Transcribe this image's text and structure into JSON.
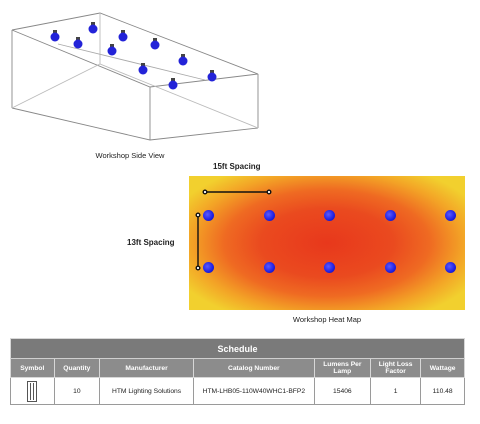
{
  "side_view": {
    "caption": "Workshop Side View"
  },
  "heat_map": {
    "caption": "Workshop Heat Map",
    "horizontal_spacing_label": "15ft Spacing",
    "vertical_spacing_label": "13ft Spacing",
    "lamp_color": "#1f1fe0"
  },
  "schedule": {
    "title": "Schedule",
    "columns": [
      "Symbol",
      "Quantity",
      "Manufacturer",
      "Catalog Number",
      "Lumens Per Lamp",
      "Light Loss Factor",
      "Wattage"
    ],
    "rows": [
      {
        "symbol": "fixture-symbol",
        "quantity": "10",
        "manufacturer": "HTM Lighting Solutions",
        "catalog_number": "HTM-LHB05-110W40WHC1-BFP2",
        "lumens_per_lamp": "15406",
        "light_loss_factor": "1",
        "wattage": "110.48"
      }
    ]
  }
}
